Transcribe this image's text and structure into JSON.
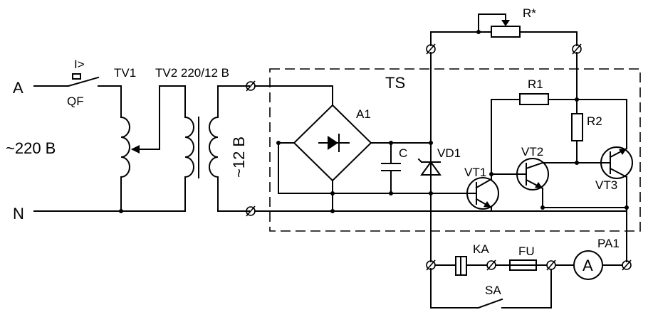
{
  "labels": {
    "phase_a": "A",
    "neutral_n": "N",
    "mains_voltage": "~220 B",
    "breaker_sym": "I>",
    "breaker": "QF",
    "tv1": "TV1",
    "tv2": "TV2 220/12 B",
    "secondary_voltage": "~12 B",
    "ts": "TS",
    "a1": "A1",
    "capacitor": "C",
    "zener": "VD1",
    "vt1": "VT1",
    "vt2": "VT2",
    "vt3": "VT3",
    "r1": "R1",
    "r2": "R2",
    "rstar": "R*",
    "ka": "KA",
    "fu": "FU",
    "sa": "SA",
    "pa1": "PA1",
    "ammeter_sym": "A"
  }
}
